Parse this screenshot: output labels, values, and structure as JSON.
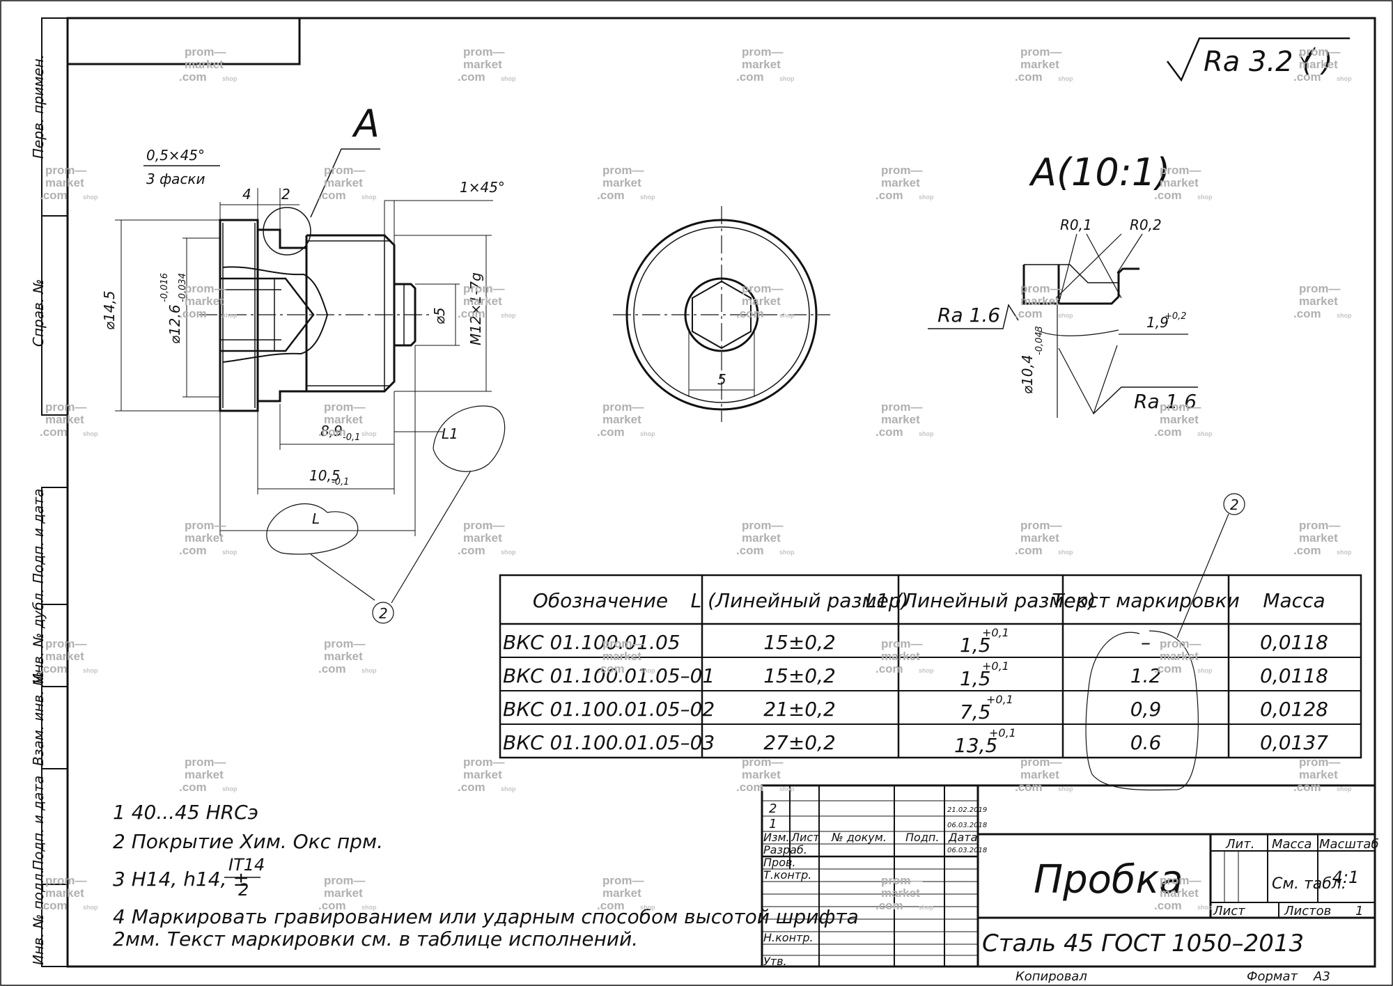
{
  "roughness": {
    "general": "Ra 3.2 ( )",
    "surface": "Ra 1.6",
    "groove": "Ra 1.6"
  },
  "views": {
    "detail_marker": "A",
    "detail_title": "A(10:1)"
  },
  "dimensions": {
    "chamfer": "0,5×45°",
    "chamfer_count": "3 фаски",
    "d4": "4",
    "d2": "2",
    "chamfer2": "1×45°",
    "dia145": "⌀14,5",
    "dia126": "⌀12,6",
    "dia126_tol_up": "-0,016",
    "dia126_tol_lo": "-0,034",
    "dia5": "⌀5",
    "thread": "M12×1-7g",
    "len89": "8,9",
    "len89_tol": "-0,1",
    "len105": "10,5",
    "len105_tol": "-0,1",
    "L": "L",
    "L1": "L1",
    "hex": "5",
    "r01": "R0,1",
    "r02": "R0,2",
    "len19": "1,9",
    "len19_tol": "+0,2",
    "dia104": "⌀10,4",
    "dia104_tol": "-0,043",
    "callout": "2"
  },
  "table": {
    "headers": [
      "Обозначение",
      "L (Линейный размер)",
      "L1 (Линейный размер)",
      "Текст маркировки",
      "Масса"
    ],
    "rows": [
      {
        "designation": "ВКС 01.100.01.05",
        "L": "15±0,2",
        "L1": "1,5",
        "L1_tol": "+0,1",
        "mark": "–",
        "mass": "0,0118"
      },
      {
        "designation": "ВКС 01.100.01.05–01",
        "L": "15±0,2",
        "L1": "1,5",
        "L1_tol": "+0,1",
        "mark": "1.2",
        "mass": "0,0118"
      },
      {
        "designation": "ВКС 01.100.01.05–02",
        "L": "21±0,2",
        "L1": "7,5",
        "L1_tol": "+0,1",
        "mark": "0,9",
        "mass": "0,0128"
      },
      {
        "designation": "ВКС 01.100.01.05–03",
        "L": "27±0,2",
        "L1": "13,5",
        "L1_tol": "+0,1",
        "mark": "0.6",
        "mass": "0,0137"
      }
    ]
  },
  "notes": [
    "1 40...45 HRCэ",
    "2 Покрытие Хим. Окс прм.",
    "3 H14, h14, ±",
    "4 Маркировать гравированием или ударным способом высотой шрифта",
    "2мм. Текст маркировки см. в таблице исполнений."
  ],
  "note3_fraction": {
    "num": "IT14",
    "den": "2"
  },
  "side_stamps": [
    "Перв. примен.",
    "Справ. №",
    "Подп. и дата",
    "Инв. № дубл.",
    "Взам. инв. №",
    "Подп. и дата",
    "Инв. № подл."
  ],
  "title_block": {
    "title": "Пробка",
    "material": "Сталь 45 ГОСТ 1050–2013",
    "rev_rows": [
      "2",
      "1"
    ],
    "rev_dates": [
      "21.02.2019",
      "06.03.2018"
    ],
    "header": [
      "Изм.",
      "Лист",
      "№ докум.",
      "Подп.",
      "Дата"
    ],
    "roles": [
      "Разраб.",
      "Пров.",
      "Т.контр.",
      "",
      "Н.контр.",
      "Утв."
    ],
    "role_date": "06.03.2018",
    "lit": "Лит.",
    "mass_label": "Масса",
    "scale_label": "Масштаб",
    "mass_value": "См. табл.",
    "scale_value": "4:1",
    "sheet": "Лист",
    "sheets": "Листов",
    "sheets_value": "1",
    "copied": "Копировал",
    "format_label": "Формат",
    "format_value": "А3"
  },
  "watermark": {
    "line1": "prom—",
    "line2": "market",
    "line3": ".com",
    "small": "shop"
  }
}
